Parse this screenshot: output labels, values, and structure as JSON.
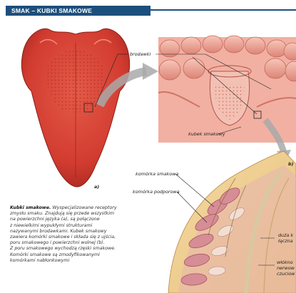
{
  "header": {
    "title": "SMAK – KUBKI SMAKOWE"
  },
  "labels": {
    "brodawki": "brodawki",
    "kubek_smakowy": "kubek smakowy",
    "komorka_smakowa": "komórka smakowa",
    "komorka_podporowa": "komórka podporowa",
    "panel_a": "a)",
    "panel_b": "b)",
    "right_label_1_line1": "duża k",
    "right_label_1_line2": "łączna",
    "right_label_2_line1": "włókno",
    "right_label_2_line2": "nerwow",
    "right_label_2_line3": "czuciow"
  },
  "caption": {
    "title": "Kubki smakowe.",
    "lines": [
      "Wyspecjalizowane receptory",
      "zmysłu smaku. Znajdują się przede wszystkim",
      "na powierzchni języka (a), są połączone",
      "z niewielkimi wypukłymi strukturami",
      "nazywanymi brodawkami. Kubek smakowy",
      "zawiera komórki smakowe i składa się z ujścia,",
      "poru smakowego i powierzchni wolnej (b).",
      "Z poru smakowego wychodzą rzęski smakowe.",
      "Komórki smakowe są zmodyfikowanymi",
      "komórkami nabłonkowymi"
    ]
  },
  "colors": {
    "header": "#1d4f7c",
    "tongue": "#d9473a",
    "papillae": "#e99a8a",
    "tissue_dark": "#c9727a",
    "arrow": "#a9a9a9"
  }
}
